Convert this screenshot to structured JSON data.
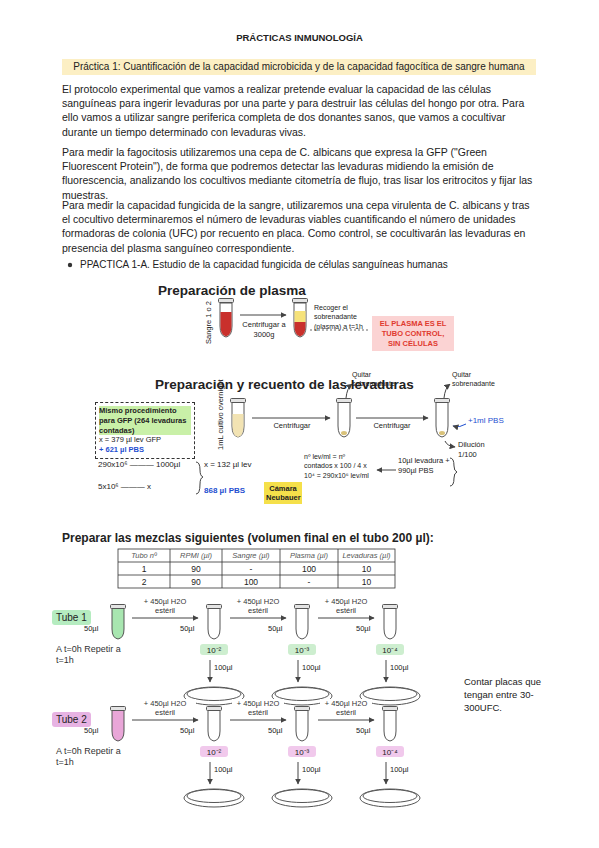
{
  "diagram": {
    "title": "PRÁCTICAS INMUNOLOGÍA",
    "nodes": [
      {
        "text": [
          "EL PLASMA ES EL TUBO CONTROL, SIN CÉLULAS"
        ]
      },
      {
        "text": [
          "Mismo procedimiento para GFP (264 levaduras contadas)",
          "x = 379 µl lev GFP",
          "+ 621 µl PBS"
        ]
      },
      {
        "text": [
          "Cámara Neubauer"
        ]
      },
      {
        "text": [
          "Tube 1",
          "A t=0h Repetir a t=1h"
        ]
      },
      {
        "text": [
          "10⁻²"
        ]
      },
      {
        "text": [
          "10⁻³"
        ]
      },
      {
        "text": [
          "10⁻⁴"
        ]
      },
      {
        "text": [
          "Tube 2",
          "A t=0h Repetir a t=1h"
        ]
      },
      {
        "text": [
          "10⁻²"
        ]
      },
      {
        "text": [
          "10⁻³"
        ]
      },
      {
        "text": [
          "10⁻⁴"
        ]
      }
    ],
    "edges": [
      {
        "from": 3,
        "to": 4,
        "arrow": "to",
        "label": "+ 450µl H2O estéril"
      },
      {
        "from": 4,
        "to": 5,
        "arrow": "to",
        "label": "+ 450µl H2O estéril"
      },
      {
        "from": 5,
        "to": 6,
        "arrow": "to",
        "label": "+ 450µl H2O estéril"
      },
      {
        "from": 7,
        "to": 8,
        "arrow": "to",
        "label": "+ 450µl H2O estéril"
      },
      {
        "from": 8,
        "to": 9,
        "arrow": "to",
        "label": "+ 450µl H2O estéril"
      },
      {
        "from": 9,
        "to": 10,
        "arrow": "to",
        "label": "+ 450µl H2O estéril"
      }
    ],
    "labels": [
      "Práctica 1: Cuantificación de la capacidad microbicida y de la capacidad fagocítica de sangre humana",
      "El protocolo experimental que vamos a realizar pretende evaluar la capacidad de las células sanguíneas para ingerir levaduras por una parte y para destruir las células del hongo por otra. Para ello vamos a utilizar sangre periferica completa de dos donantes sanos, que vamos a cocultivar durante un tiempo determinado con levaduras vivas.",
      "Para medir la fagocitosis utilizaremos una cepa de C. albicans que expresa la GFP (\"Green Fluorescent Protein\"), de forma que podremos detectar las levaduras midiendo la emisión de fluorescencia, analizando los cocultivos mediante citometría de flujo, tras lisar los eritrocitos y fijar las muestras.",
      "Para medir la capacidad fungicida de la sangre, utilizaremos una cepa virulenta de C. albicans y tras el cocultivo determinaremos el número de levaduras viables cuantificando el número de unidades formadoras de colonia (UFC) por recuento en placa. Como control, se cocultivarán las levaduras en presencia del plasma sanguíneo correspondiente.",
      "PPACTICA 1-A. Estudio de la capacidad fungicida de células sanguíneas humanas",
      "Preparación de plasma",
      "Sangre 1 o 2",
      "Centrifugar a 3000g",
      "Recoger el sobrenadante (plasma) a t=1h",
      "Preparación y recuento de las levaduras",
      "1mL cultivo overnight",
      "Centrifugar",
      "Quitar sobrenadante",
      "Centrifugar",
      "Quitar sobrenadante",
      "+1ml PBS",
      "Dilución 1/100",
      "10µl levadura + 990µl PBS",
      "nº lev/ml = nº contados x 100 / 4 x 10⁴ = 290x10⁶ lev/ml",
      "290x10⁶ ——— 1000µl",
      "5x10⁶ ——— x",
      "x = 132 µl lev",
      "868 µl PBS",
      "Preparar las mezclas siguientes (volumen final en el tubo 200 µl):",
      "Tubo nº",
      "RPMI (µl)",
      "Sangre (µl)",
      "Plasma (µl)",
      "Levaduras (µl)",
      "1",
      "90",
      "-",
      "100",
      "10",
      "2",
      "90",
      "100",
      "-",
      "10",
      "50µl",
      "50µl",
      "50µl",
      "50µl",
      "50µl",
      "50µl",
      "50µl",
      "50µl",
      "100µl",
      "100µl",
      "100µl",
      "100µl",
      "100µl",
      "100µl",
      "Contar placas que tengan entre 30-300UFC."
    ]
  }
}
